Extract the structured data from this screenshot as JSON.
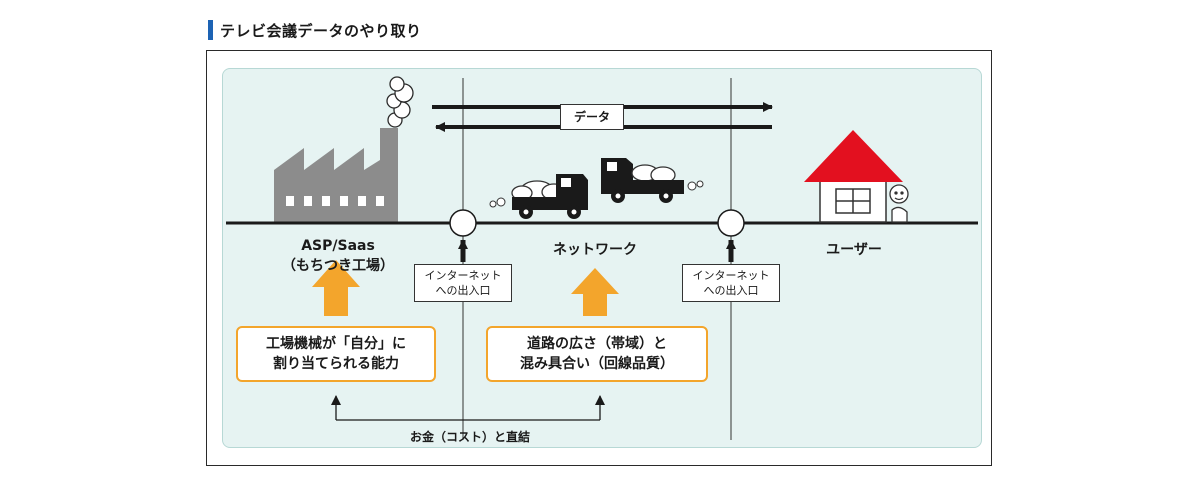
{
  "title": "テレビ会議データのやり取り",
  "data_label": "データ",
  "provider": {
    "line1": "ASP/Saas",
    "line2": "（もちつき工場）"
  },
  "network": {
    "label": "ネットワーク"
  },
  "user": {
    "label": "ユーザー"
  },
  "gateway_left": {
    "line1": "インターネット",
    "line2": "への出入口"
  },
  "gateway_right": {
    "line1": "インターネット",
    "line2": "への出入口"
  },
  "machine_box": {
    "line1": "工場機械が「自分」に",
    "line2": "割り当てられる能力"
  },
  "road_box": {
    "line1": "道路の広さ（帯域）と",
    "line2": "混み具合い（回線品質）"
  },
  "cost_label": "お金（コスト）と直結",
  "colors": {
    "accent_blue": "#1d63b4",
    "panel_bg": "#e6f3f2",
    "orange": "#f3a52c",
    "roof_red": "#e3101f",
    "factory_gray": "#8c8c8c"
  },
  "icons": [
    "factory-icon",
    "truck-icon",
    "house-icon",
    "person-icon",
    "smoke-icon"
  ]
}
